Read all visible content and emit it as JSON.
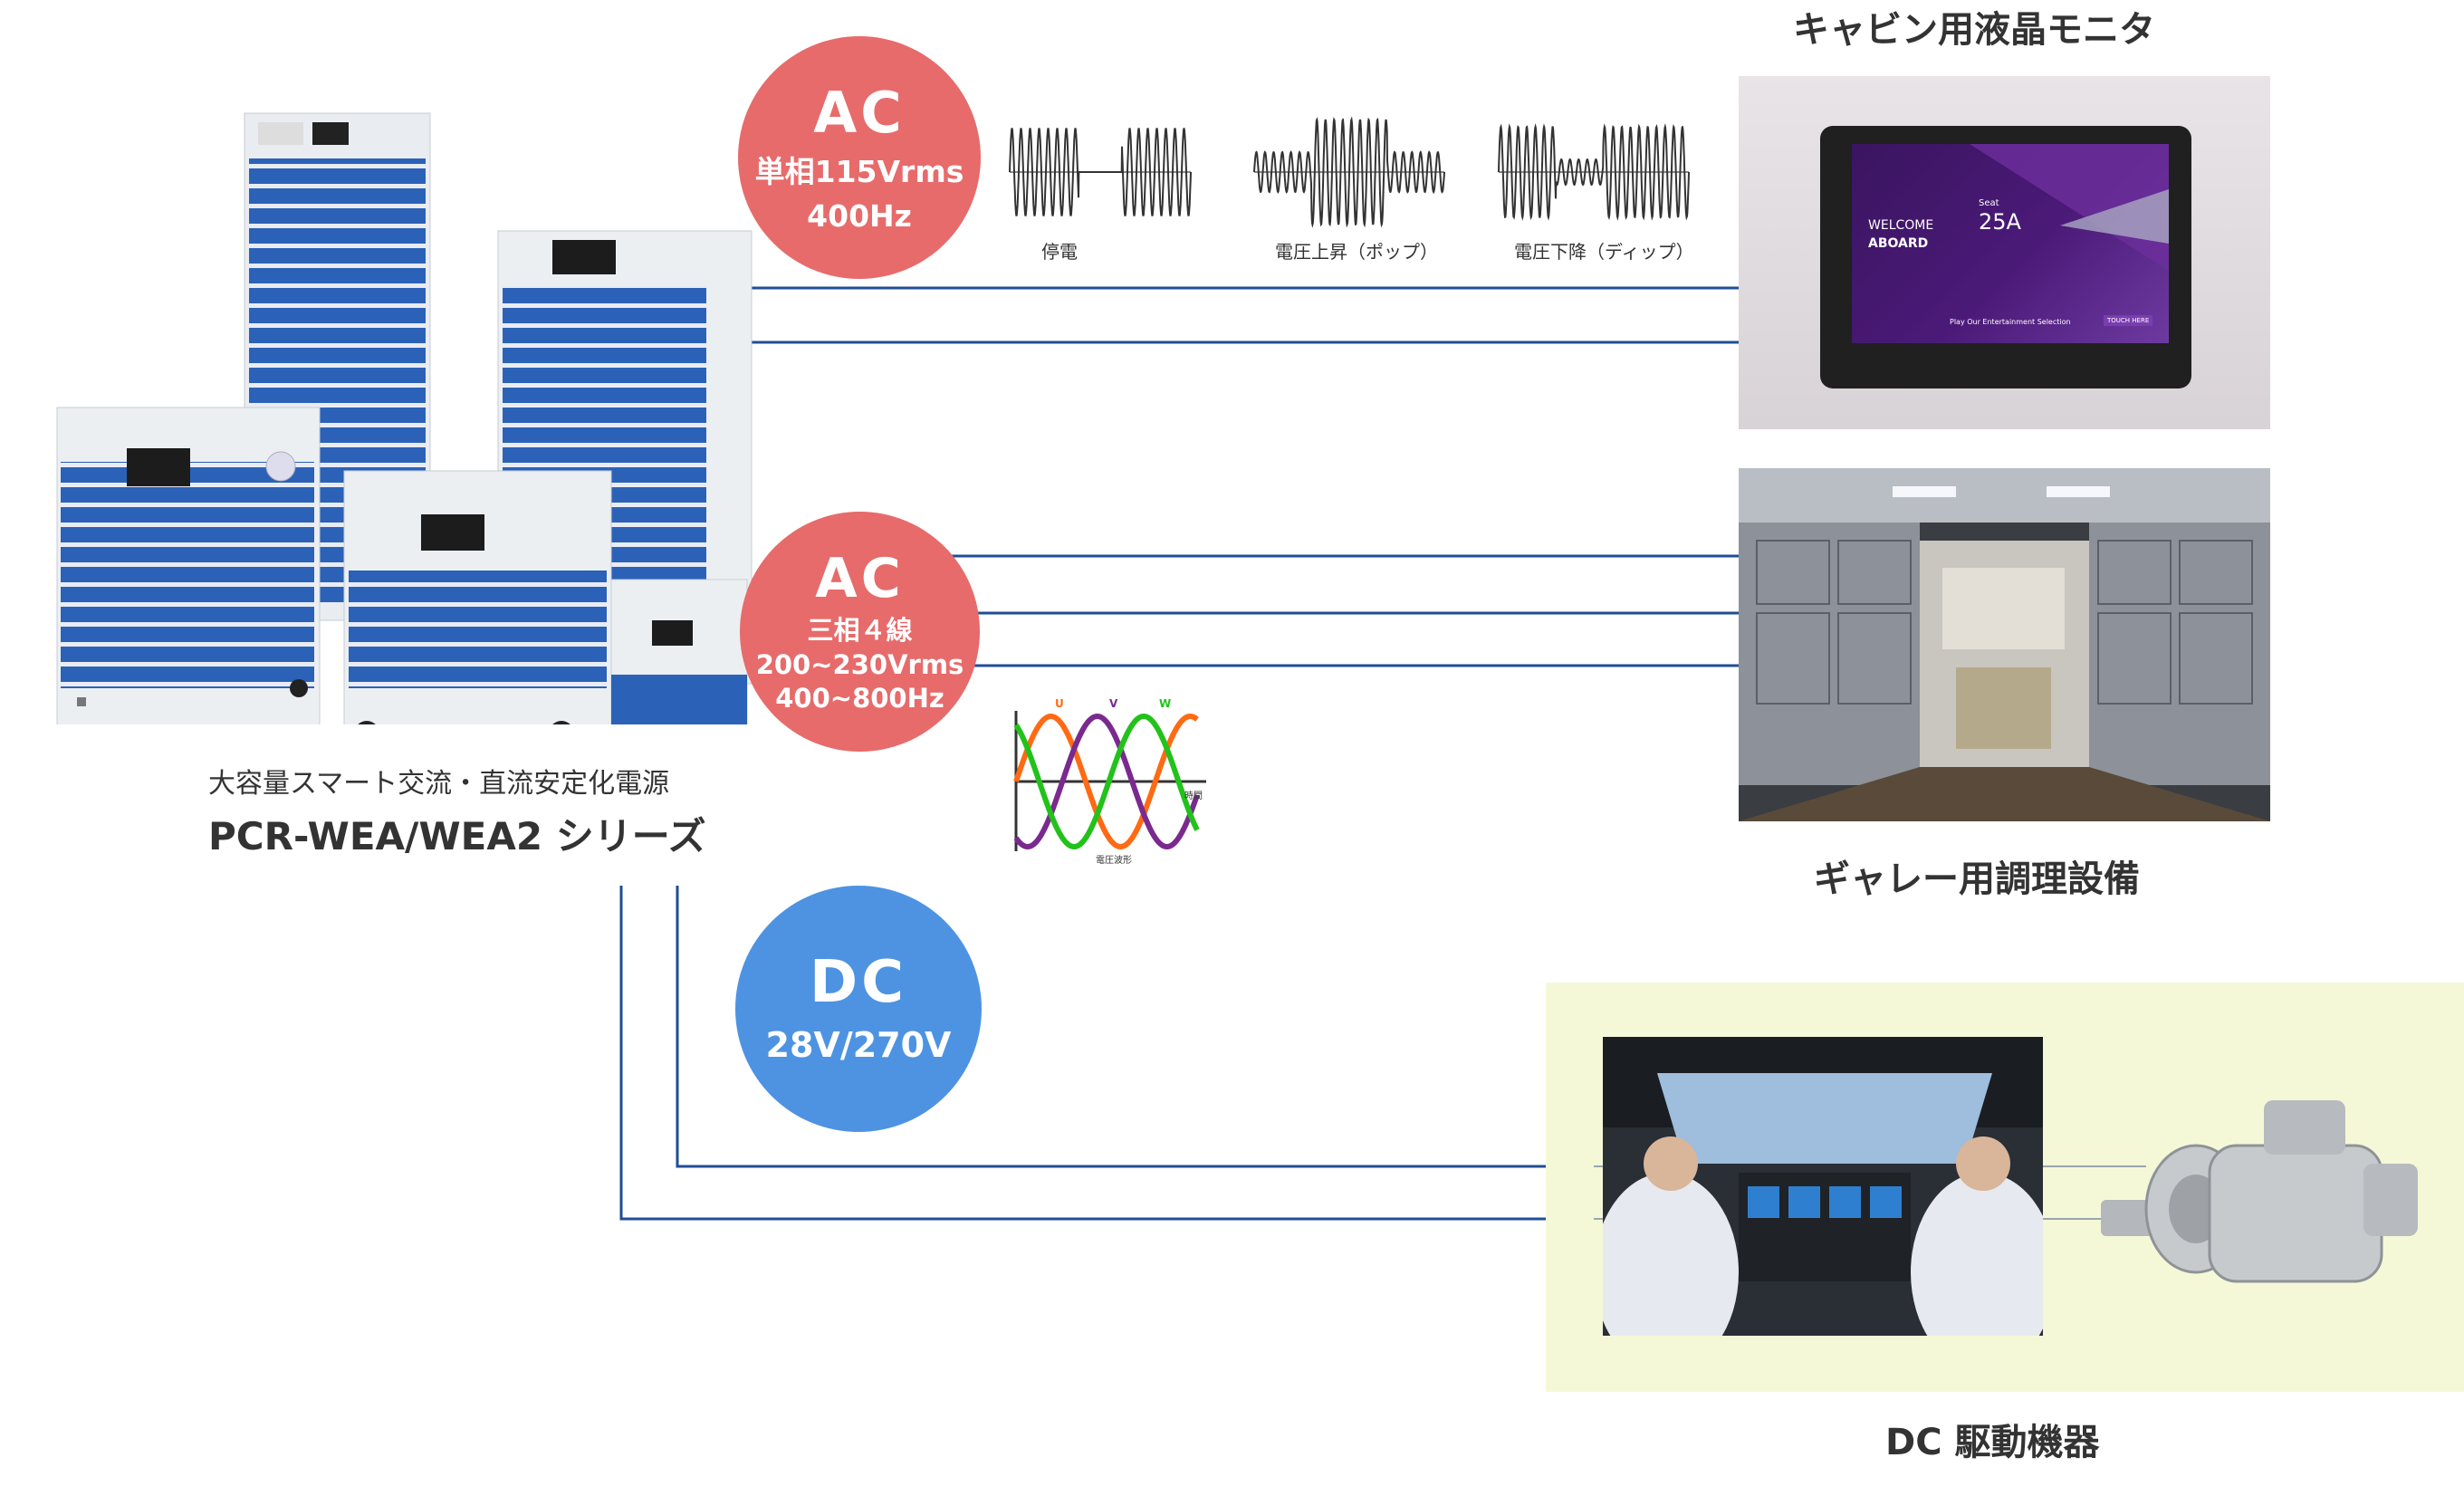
{
  "product": {
    "subtitle": "大容量スマート交流・直流安定化電源",
    "title": "PCR-WEA/WEA2 シリーズ"
  },
  "ac_single": {
    "label": "AC",
    "line1": "単相115Vrms",
    "line2": "400Hz"
  },
  "ac_three": {
    "label": "AC",
    "line1": "三相４線",
    "line2": "200~230Vrms",
    "line3": "400~800Hz"
  },
  "dc": {
    "label": "DC",
    "line1": "28V/270V"
  },
  "waveforms": [
    {
      "label": "停電"
    },
    {
      "label": "電圧上昇（ポップ）"
    },
    {
      "label": "電圧下降（ディップ）"
    }
  ],
  "phase_chart": {
    "phases": [
      "U",
      "V",
      "W"
    ],
    "xlabel": "時間",
    "ylabel": "電圧波形",
    "colors": {
      "U": "#ff6a13",
      "V": "#7a2a8f",
      "W": "#22c21a"
    }
  },
  "destinations": {
    "cabin": {
      "title": "キャビン用液晶モニタ",
      "screen_welcome": "WELCOME",
      "screen_aboard": "ABOARD",
      "screen_seat_label": "Seat",
      "screen_seat": "25A",
      "screen_footer": "Play Our Entertainment Selection",
      "screen_button": "TOUCH HERE"
    },
    "galley": {
      "title": "ギャレー用調理設備"
    },
    "dc_devices": {
      "title": "DC 駆動機器"
    }
  },
  "colors": {
    "line": "#1f4e96",
    "ac_circle": "#e76b6b",
    "dc_circle": "#4e93e2",
    "dc_panel": "#f5f8d7",
    "unit_blue": "#2b62b8"
  }
}
